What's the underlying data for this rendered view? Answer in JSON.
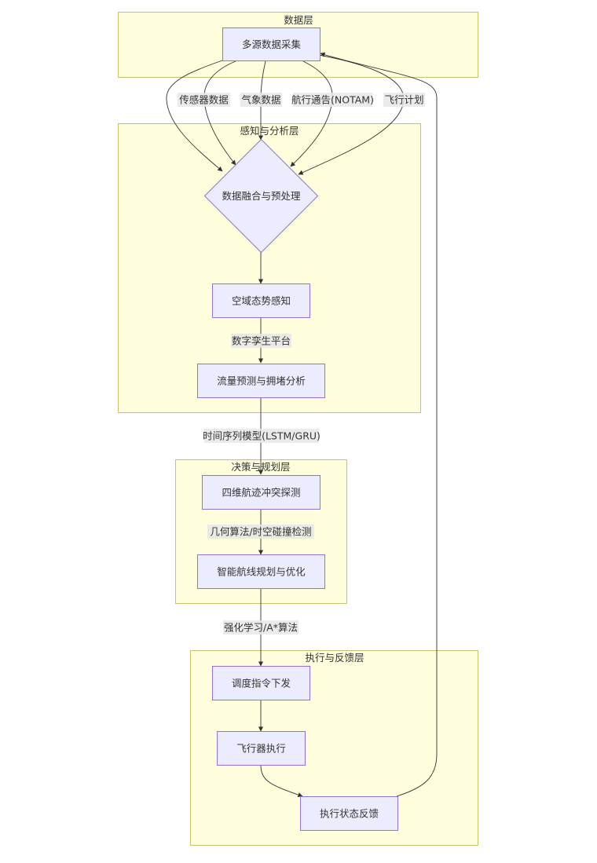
{
  "diagram": {
    "type": "flowchart",
    "direction": "top-to-bottom",
    "colors": {
      "cluster_fill": "#ffffde",
      "cluster_stroke": "#c5c56f",
      "node_fill": "#ececff",
      "node_stroke": "#9370db",
      "edge": "#333333",
      "edge_label_bg": "#e8e8e8",
      "text": "#333333"
    },
    "clusters": [
      {
        "id": "data-layer",
        "label": "数据层"
      },
      {
        "id": "perception-layer",
        "label": "感知与分析层"
      },
      {
        "id": "decision-layer",
        "label": "决策与规划层"
      },
      {
        "id": "execution-layer",
        "label": "执行与反馈层"
      }
    ],
    "nodes": [
      {
        "id": "multi-source",
        "label": "多源数据采集",
        "shape": "rect",
        "cluster": "data-layer"
      },
      {
        "id": "fusion",
        "label": "数据融合与预处理",
        "shape": "diamond",
        "cluster": "perception-layer"
      },
      {
        "id": "situation",
        "label": "空域态势感知",
        "shape": "rect",
        "cluster": "perception-layer"
      },
      {
        "id": "flow-predict",
        "label": "流量预测与拥堵分析",
        "shape": "rect",
        "cluster": "perception-layer"
      },
      {
        "id": "conflict",
        "label": "四维航迹冲突探测",
        "shape": "rect",
        "cluster": "decision-layer"
      },
      {
        "id": "route-plan",
        "label": "智能航线规划与优化",
        "shape": "rect",
        "cluster": "decision-layer"
      },
      {
        "id": "dispatch",
        "label": "调度指令下发",
        "shape": "rect",
        "cluster": "execution-layer"
      },
      {
        "id": "aircraft-exec",
        "label": "飞行器执行",
        "shape": "rect",
        "cluster": "execution-layer"
      },
      {
        "id": "feedback",
        "label": "执行状态反馈",
        "shape": "rect",
        "cluster": "execution-layer"
      }
    ],
    "edges": [
      {
        "from": "multi-source",
        "to": "fusion",
        "label": "传感器数据"
      },
      {
        "from": "multi-source",
        "to": "fusion",
        "label": "气象数据"
      },
      {
        "from": "multi-source",
        "to": "fusion",
        "label": "航行通告(NOTAM)"
      },
      {
        "from": "multi-source",
        "to": "fusion",
        "label": "飞行计划"
      },
      {
        "from": "fusion",
        "to": "situation",
        "label": ""
      },
      {
        "from": "situation",
        "to": "flow-predict",
        "label": "数字孪生平台"
      },
      {
        "from": "flow-predict",
        "to": "conflict",
        "label": "时间序列模型(LSTM/GRU)"
      },
      {
        "from": "conflict",
        "to": "route-plan",
        "label": "几何算法/时空碰撞检测"
      },
      {
        "from": "route-plan",
        "to": "dispatch",
        "label": "强化学习/A*算法"
      },
      {
        "from": "dispatch",
        "to": "aircraft-exec",
        "label": ""
      },
      {
        "from": "aircraft-exec",
        "to": "feedback",
        "label": ""
      },
      {
        "from": "feedback",
        "to": "multi-source",
        "label": ""
      }
    ]
  }
}
